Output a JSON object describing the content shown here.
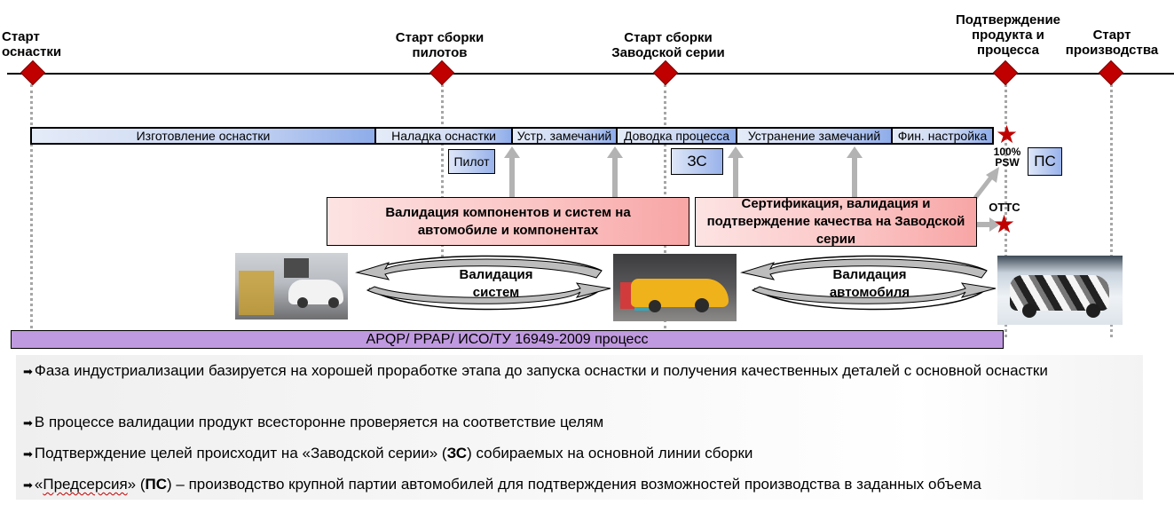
{
  "milestones": [
    {
      "id": "start-tooling",
      "label": "Старт\nоснастки"
    },
    {
      "id": "start-pilot-assembly",
      "label": "Старт сборки\nпилотов"
    },
    {
      "id": "start-factory-series",
      "label": "Старт сборки\nЗаводской серии"
    },
    {
      "id": "product-process-approval",
      "label": "Подтверждение\nпродукта и\nпроцесса"
    },
    {
      "id": "start-production",
      "label": "Старт\nпроизводства"
    }
  ],
  "phases": [
    {
      "label": "Изготовление оснастки"
    },
    {
      "label": "Наладка оснастки"
    },
    {
      "label": "Устр. замечаний"
    },
    {
      "label": "Доводка процесса"
    },
    {
      "label": "Устранение замечаний"
    },
    {
      "label": "Фин. настройка"
    }
  ],
  "tags": {
    "pilot": "Пилот",
    "factory_series": "ЗС",
    "pre_series": "ПС"
  },
  "markers": {
    "psw": "100%\nPSW",
    "ottc": "ОТТС"
  },
  "validation_boxes": {
    "components": "Валидация компонентов и систем на автомобиле и компонентах",
    "certification": "Сертификация, валидация и подтверждение качества на Заводской серии"
  },
  "cycles": {
    "systems": "Валидация\nсистем",
    "vehicle": "Валидация\nавтомобиля"
  },
  "photos": [
    {
      "id": "test-rig-photo",
      "alt": "Стенд испытаний автомобиля"
    },
    {
      "id": "crash-test-photo",
      "alt": "Краш-тест желтого автомобиля"
    },
    {
      "id": "winter-test-photo",
      "alt": "Камуфлированный автомобиль на зимних испытаниях"
    }
  ],
  "process_bar": "APQP/ PPAP/ ИСО/ТУ 16949-2009 процесс",
  "notes": [
    {
      "text": "Фаза индустриализации базируется на хорошей проработке этапа до запуска оснастки и получения качественных деталей с основной оснастки"
    },
    {
      "text": "В процессе валидации продукт всесторонне проверяется на соответствие целям"
    },
    {
      "pre": "Подтверждение целей происходит на «Заводской серии» (",
      "bold": "ЗС",
      "post": ") собираемых на основной линии сборки"
    },
    {
      "open": "«",
      "squiggle": "Предсерсия",
      "pre": "» (",
      "bold": "ПС",
      "post": ") – производство крупной партии автомобилей для подтверждения возможностей производства в заданных объема"
    }
  ],
  "icons": {
    "bullet": "➡",
    "star": "★"
  },
  "colors": {
    "milestone": "#c00000",
    "phase_gradient_end": "#8eacea",
    "validation_gradient_end": "#f8a5a5",
    "process_bar": "#c09ae0",
    "arrow": "#b3b3b3"
  }
}
